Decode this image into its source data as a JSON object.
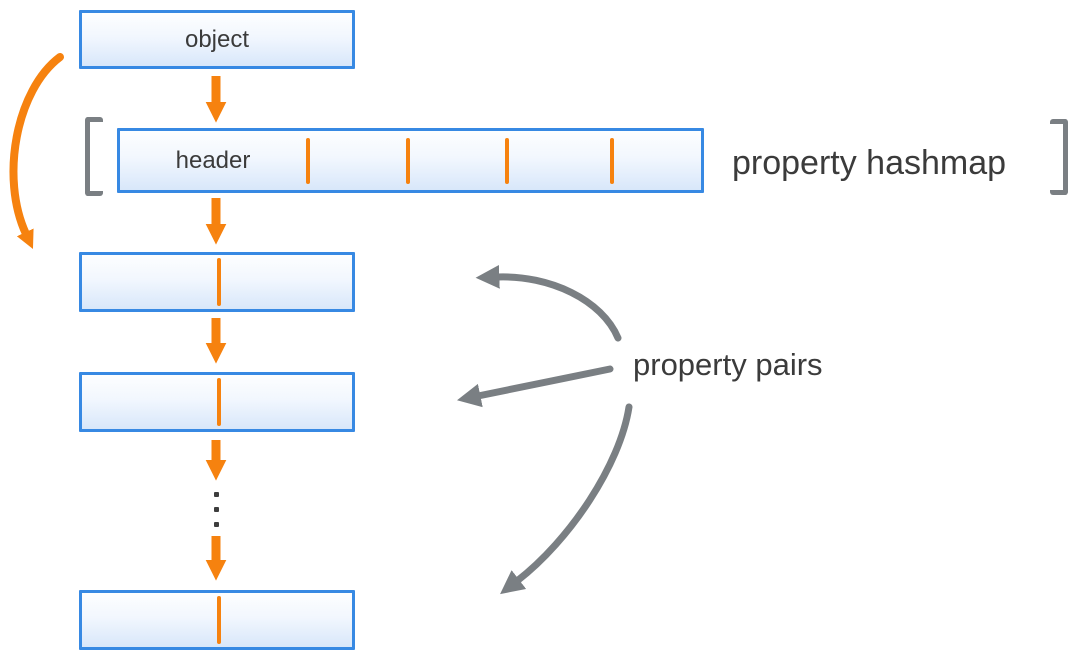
{
  "diagram": {
    "object_box": {
      "label": "object"
    },
    "hashmap_box": {
      "label": "header",
      "cell_count": 5
    },
    "hashmap_label": "property hashmap",
    "pairs_label": "property pairs",
    "pair_box_count": 3
  },
  "colors": {
    "c_orange": "#F6820F",
    "c_blue": "#3789E3",
    "c_box_top": "#FDFEFF",
    "c_box_bottom": "#D8E7FA",
    "c_gray": "#7A7F83",
    "c_text": "#3B3B3B"
  }
}
